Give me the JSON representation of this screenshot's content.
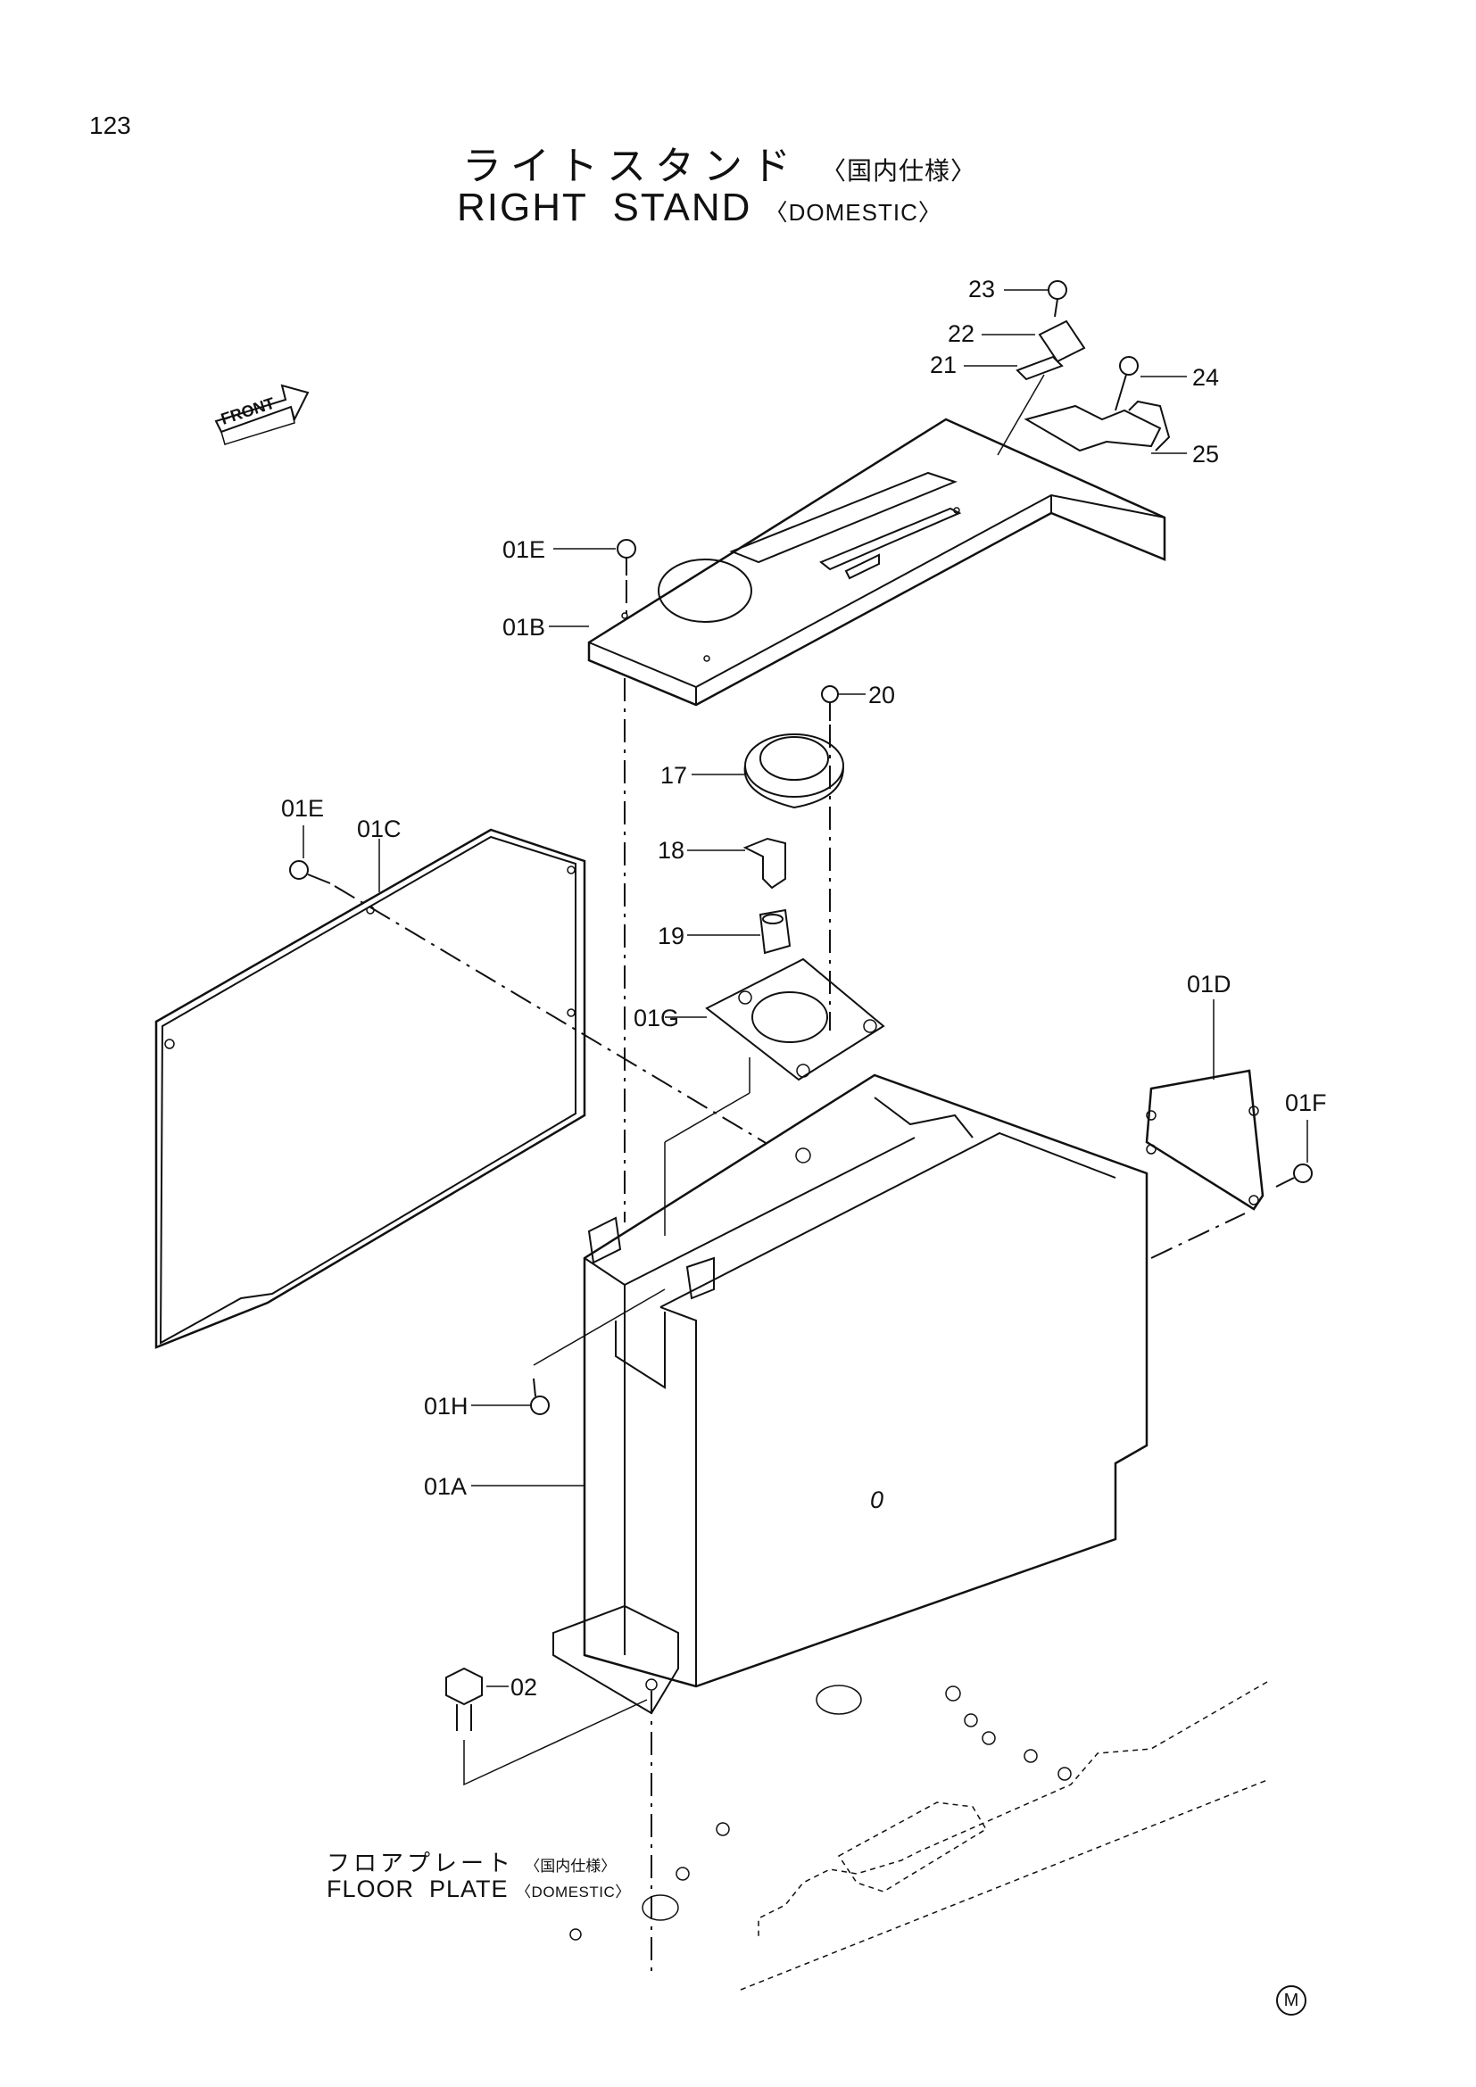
{
  "page_number": "123",
  "title": {
    "jp": "ライトスタンド",
    "jp_sub": "〈国内仕様〉",
    "en": "RIGHT  STAND",
    "en_sub": "〈DOMESTIC〉"
  },
  "front_label": "FRONT",
  "floor_plate": {
    "jp": "フロアプレート",
    "jp_sub": "〈国内仕様〉",
    "en": "FLOOR  PLATE",
    "en_sub": "〈DOMESTIC〉"
  },
  "callouts": {
    "p23": "23",
    "p22": "22",
    "p21": "21",
    "p24": "24",
    "p25": "25",
    "p01E_top": "01E",
    "p01B": "01B",
    "p20": "20",
    "p17": "17",
    "p18": "18",
    "p19": "19",
    "p01G": "01G",
    "p01E_left": "01E",
    "p01C": "01C",
    "p01D": "01D",
    "p01F": "01F",
    "p01H": "01H",
    "p01A": "01A",
    "p02": "02"
  },
  "body_mark": "0",
  "corner_mark": "M"
}
